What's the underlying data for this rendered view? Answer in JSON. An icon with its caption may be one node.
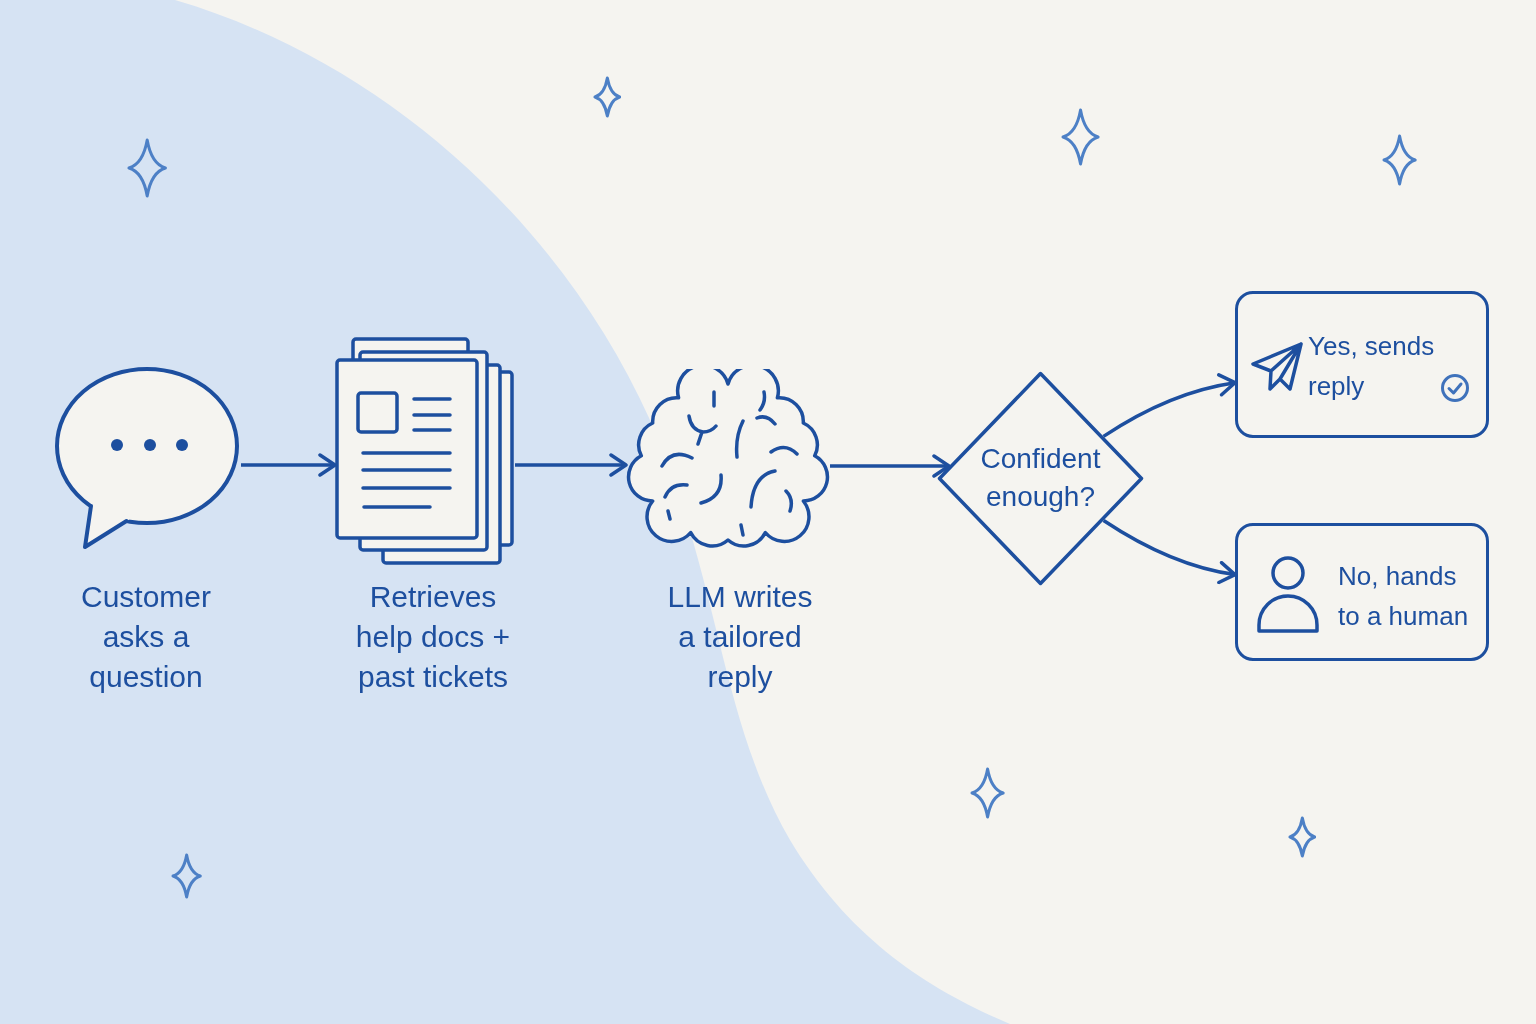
{
  "diagram": {
    "nodes": [
      {
        "text": [],
        "shape": "picture",
        "beside": [
          "Customer asks a question"
        ]
      },
      {
        "text": [],
        "shape": "picture",
        "beside": [
          "Retrieves help docs + past tickets"
        ]
      },
      {
        "text": [],
        "shape": "picture",
        "beside": [
          "LLM writes a tailored reply"
        ]
      },
      {
        "text": [
          "Confident enough?"
        ]
      },
      {
        "text": [
          "Yes, sends reply"
        ]
      },
      {
        "text": [
          "No, hands to a human"
        ]
      }
    ],
    "edges": [
      {
        "from": 0,
        "to": 1,
        "arrow": "to"
      },
      {
        "from": 1,
        "to": 2,
        "arrow": "to"
      },
      {
        "from": 2,
        "to": 3,
        "arrow": "to"
      },
      {
        "from": 3,
        "to": 4,
        "arrow": "to"
      },
      {
        "from": 3,
        "to": 5,
        "arrow": "to"
      }
    ]
  }
}
